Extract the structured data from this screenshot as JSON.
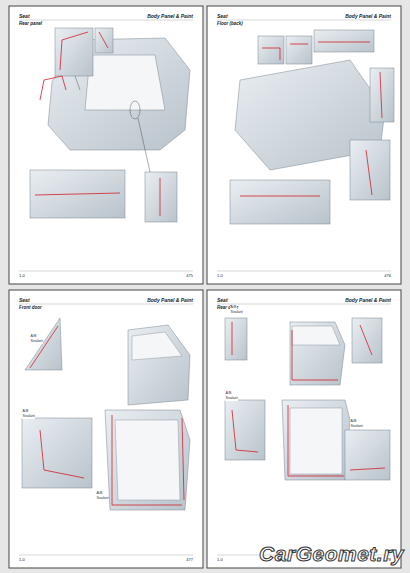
{
  "diagram": {
    "nodes": [
      {
        "text": [
          "Seat",
          "Body Panel & Paint",
          "Rear panel",
          "1-0",
          "475"
        ]
      },
      {
        "text": [
          "Seat",
          "Body Panel & Paint",
          "Floor (back)",
          "1-0",
          "476"
        ]
      },
      {
        "text": [
          "Seat",
          "Body Panel & Paint",
          "Front door",
          "1-0",
          "477"
        ]
      },
      {
        "text": [
          "Seat",
          "Body Panel & Paint",
          "Rear door",
          "1-0",
          "478"
        ]
      }
    ],
    "labels": [
      "A/B",
      "Sealant",
      "A/B",
      "Sealant",
      "A/B",
      "Sealant",
      "A/B",
      "Sealant",
      "A/B",
      "Sealant",
      "A/B",
      "Sealant",
      "CarGeomet.ry"
    ]
  }
}
